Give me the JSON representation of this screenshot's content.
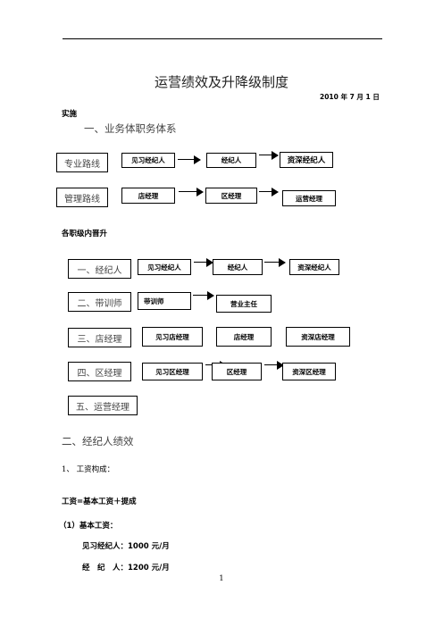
{
  "title": "运营绩效及升降级制度",
  "date": "2010 年 7 月 1 日",
  "implement": "实施",
  "section1": "一、业务体职务体系",
  "track_pro": {
    "label": "专业路线",
    "nodes": [
      "见习经纪人",
      "经纪人",
      "资深经纪人"
    ]
  },
  "track_mgmt": {
    "label": "管理路线",
    "nodes": [
      "店经理",
      "区经理",
      "运营经理"
    ]
  },
  "promotion_heading": "各职级内晋升",
  "levels": [
    {
      "label": "一、经纪人",
      "nodes": [
        "见习经纪人",
        "经纪人",
        "资深经纪人"
      ]
    },
    {
      "label": "二、带训师",
      "nodes": [
        "带训师",
        "营业主任"
      ]
    },
    {
      "label": "三、店经理",
      "nodes": [
        "见习店经理",
        "店经理",
        "资深店经理"
      ]
    },
    {
      "label": "四、区经理",
      "nodes": [
        "见习区经理",
        "区经理",
        "资深区经理"
      ]
    },
    {
      "label": "五、运营经理",
      "nodes": []
    }
  ],
  "section2": "二、经纪人绩效",
  "item1": "1、 工资构成：",
  "formula": "工资=基本工资＋提成",
  "base_heading": "（1）基本工资：",
  "salary_trainee": "见习经纪人：1000 元/月",
  "salary_agent": "经　纪　人：1200 元/月",
  "page_number": "1"
}
